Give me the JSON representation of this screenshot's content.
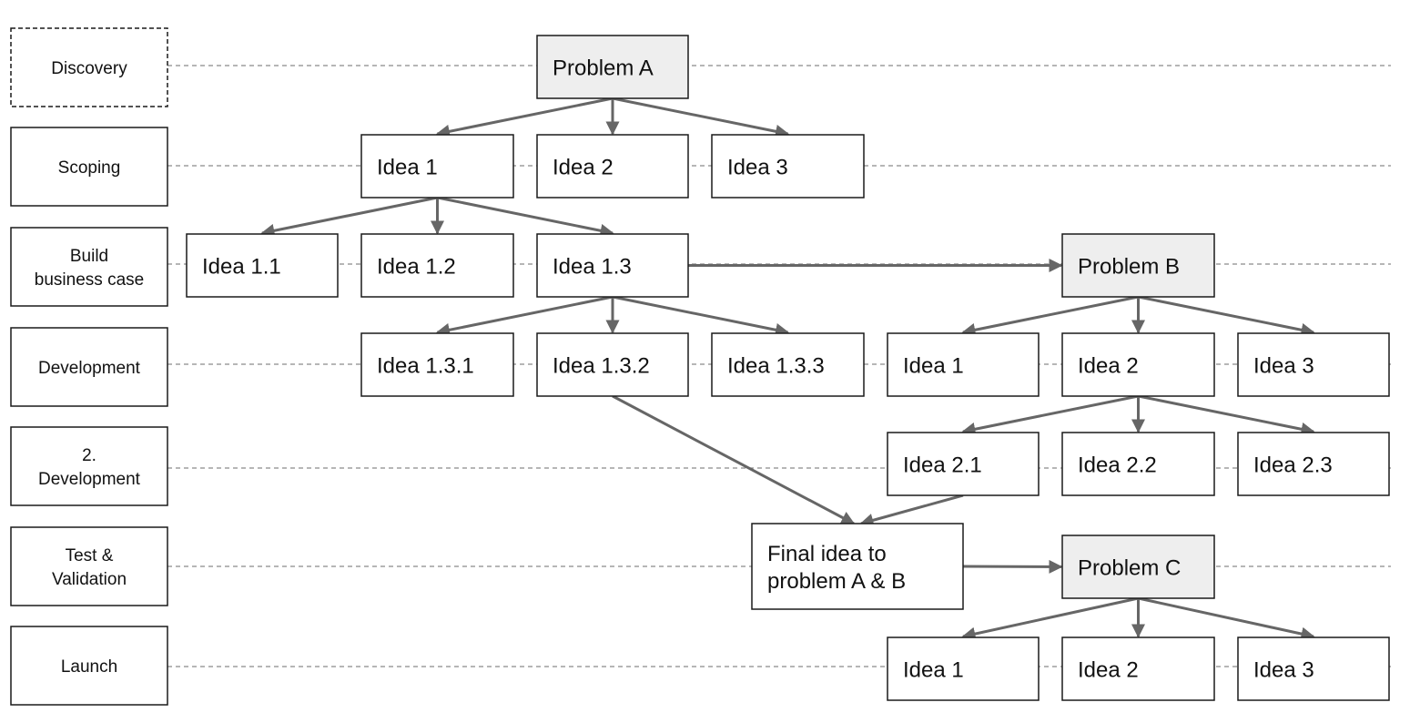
{
  "stages": [
    {
      "id": "discovery",
      "lines": [
        "Discovery"
      ],
      "dashed": true
    },
    {
      "id": "scoping",
      "lines": [
        "Scoping"
      ]
    },
    {
      "id": "business-case",
      "lines": [
        "Build",
        "business case"
      ]
    },
    {
      "id": "development",
      "lines": [
        "Development"
      ]
    },
    {
      "id": "development-2",
      "lines": [
        "2.",
        "Development"
      ]
    },
    {
      "id": "test-validation",
      "lines": [
        "Test &",
        "Validation"
      ]
    },
    {
      "id": "launch",
      "lines": [
        "Launch"
      ]
    }
  ],
  "nodes": [
    {
      "id": "problem-a",
      "lines": [
        "Problem A"
      ],
      "kind": "problem"
    },
    {
      "id": "a-idea-1",
      "lines": [
        "Idea 1"
      ]
    },
    {
      "id": "a-idea-2",
      "lines": [
        "Idea 2"
      ]
    },
    {
      "id": "a-idea-3",
      "lines": [
        "Idea 3"
      ]
    },
    {
      "id": "idea-1-1",
      "lines": [
        "Idea 1.1"
      ]
    },
    {
      "id": "idea-1-2",
      "lines": [
        "Idea 1.2"
      ]
    },
    {
      "id": "idea-1-3",
      "lines": [
        "Idea 1.3"
      ]
    },
    {
      "id": "problem-b",
      "lines": [
        "Problem B"
      ],
      "kind": "problem"
    },
    {
      "id": "idea-1-3-1",
      "lines": [
        "Idea 1.3.1"
      ]
    },
    {
      "id": "idea-1-3-2",
      "lines": [
        "Idea 1.3.2"
      ]
    },
    {
      "id": "idea-1-3-3",
      "lines": [
        "Idea 1.3.3"
      ]
    },
    {
      "id": "b-idea-1",
      "lines": [
        "Idea 1"
      ]
    },
    {
      "id": "b-idea-2",
      "lines": [
        "Idea 2"
      ]
    },
    {
      "id": "b-idea-3",
      "lines": [
        "Idea 3"
      ]
    },
    {
      "id": "idea-2-1",
      "lines": [
        "Idea 2.1"
      ]
    },
    {
      "id": "idea-2-2",
      "lines": [
        "Idea 2.2"
      ]
    },
    {
      "id": "idea-2-3",
      "lines": [
        "Idea 2.3"
      ]
    },
    {
      "id": "final-idea",
      "lines": [
        "Final idea to",
        "problem A & B"
      ]
    },
    {
      "id": "problem-c",
      "lines": [
        "Problem C"
      ],
      "kind": "problem"
    },
    {
      "id": "c-idea-1",
      "lines": [
        "Idea 1"
      ]
    },
    {
      "id": "c-idea-2",
      "lines": [
        "Idea 2"
      ]
    },
    {
      "id": "c-idea-3",
      "lines": [
        "Idea 3"
      ]
    }
  ],
  "edges": [
    [
      "problem-a",
      "a-idea-1"
    ],
    [
      "problem-a",
      "a-idea-2"
    ],
    [
      "problem-a",
      "a-idea-3"
    ],
    [
      "a-idea-1",
      "idea-1-1"
    ],
    [
      "a-idea-1",
      "idea-1-2"
    ],
    [
      "a-idea-1",
      "idea-1-3"
    ],
    [
      "idea-1-3",
      "problem-b"
    ],
    [
      "idea-1-3",
      "idea-1-3-1"
    ],
    [
      "idea-1-3",
      "idea-1-3-2"
    ],
    [
      "idea-1-3",
      "idea-1-3-3"
    ],
    [
      "problem-b",
      "b-idea-1"
    ],
    [
      "problem-b",
      "b-idea-2"
    ],
    [
      "problem-b",
      "b-idea-3"
    ],
    [
      "b-idea-2",
      "idea-2-1"
    ],
    [
      "b-idea-2",
      "idea-2-2"
    ],
    [
      "b-idea-2",
      "idea-2-3"
    ],
    [
      "idea-1-3-2",
      "final-idea"
    ],
    [
      "idea-2-1",
      "final-idea"
    ],
    [
      "final-idea",
      "problem-c"
    ],
    [
      "problem-c",
      "c-idea-1"
    ],
    [
      "problem-c",
      "c-idea-2"
    ],
    [
      "problem-c",
      "c-idea-3"
    ]
  ]
}
